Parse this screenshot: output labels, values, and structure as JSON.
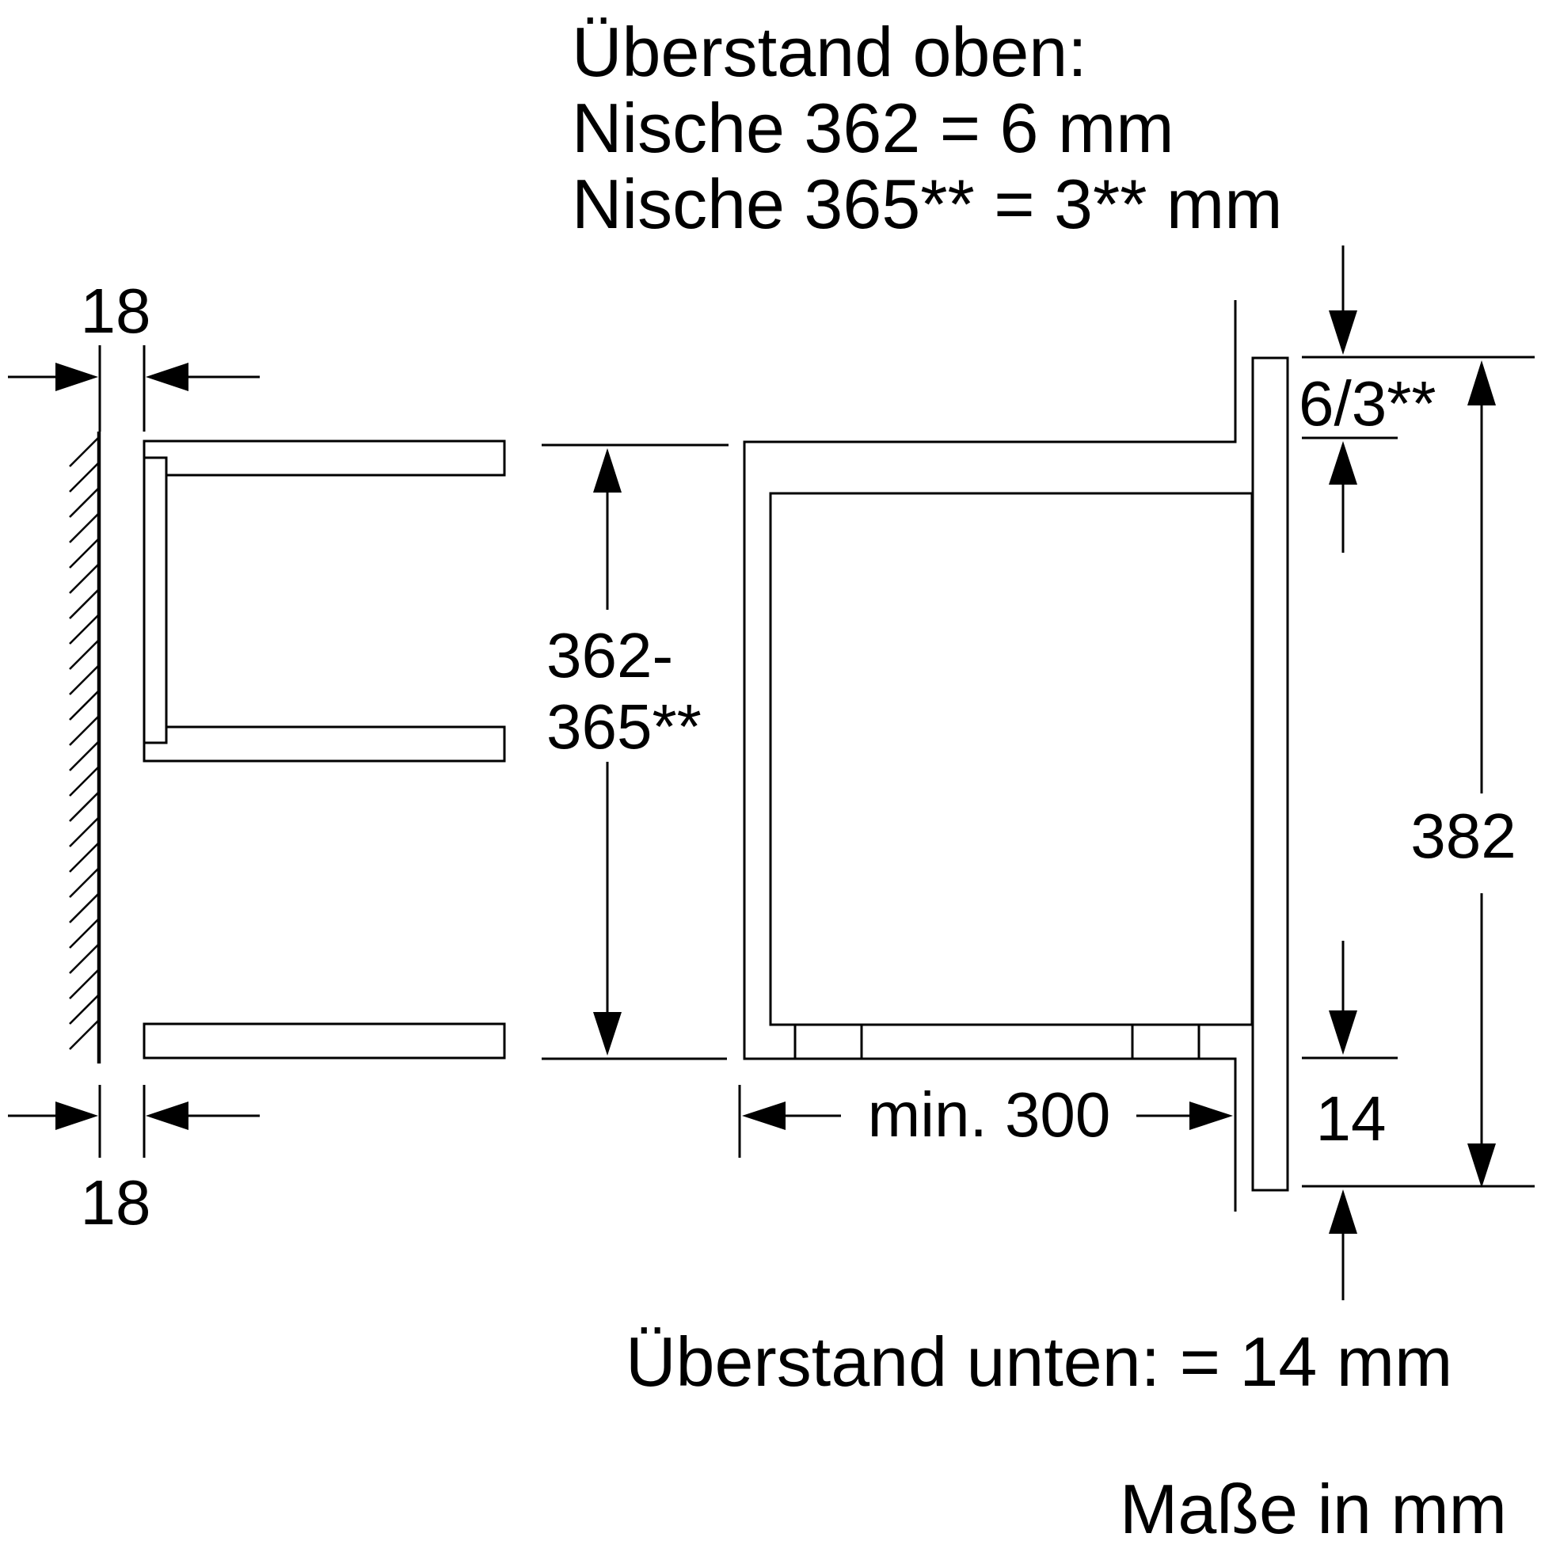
{
  "notes": {
    "top_line1": "Überstand oben:",
    "top_line2": "Nische 362 = 6 mm",
    "top_line3": "Nische 365** = 3** mm",
    "bottom": "Überstand unten: = 14 mm",
    "units": "Maße in mm"
  },
  "dimensions": {
    "side_top": "18",
    "side_bottom": "18",
    "niche_height_line1": "362-",
    "niche_height_line2": "365**",
    "depth": "min. 300",
    "top_overhang": "6/3**",
    "bottom_overhang": "14",
    "front_height": "382"
  },
  "colors": {
    "line": "#000000",
    "background": "#ffffff"
  }
}
